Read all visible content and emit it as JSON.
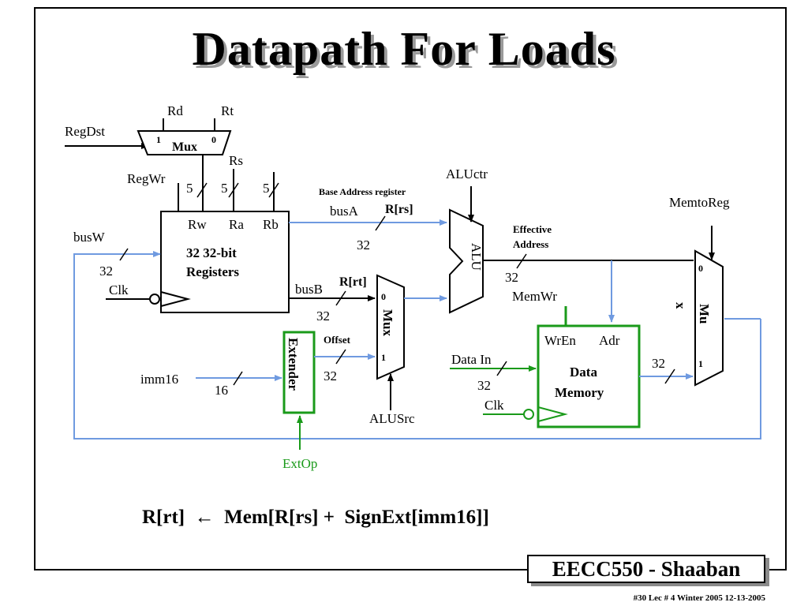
{
  "slide": {
    "title": "Datapath For Loads",
    "badge": "EECC550 - Shaaban",
    "footer": "#30   Lec # 4   Winter 2005   12-13-2005"
  },
  "labels": {
    "rd": "Rd",
    "rt": "Rt",
    "regdst": "RegDst",
    "mux": "Mux",
    "mux_in1": "1",
    "mux_in0": "0",
    "rs": "Rs",
    "regwr": "RegWr",
    "w5a": "5",
    "w5b": "5",
    "w5c": "5",
    "rw": "Rw",
    "ra": "Ra",
    "rb": "Rb",
    "reg_line1": "32 32-bit",
    "reg_line2": "Registers",
    "busw": "busW",
    "busw_width": "32",
    "clk": "Clk",
    "base_addr": "Base Address register",
    "busa": "busA",
    "rrs": "R[rs]",
    "busa_width": "32",
    "busb": "busB",
    "rrt": "R[rt]",
    "busb_width": "32",
    "aluctr": "ALUctr",
    "alu": "ALU",
    "effective": "Effective",
    "address": "Address",
    "alu_width": "32",
    "memtoreg": "MemtoReg",
    "memwr": "MemWr",
    "mux2_0": "0",
    "mux2_1": "1",
    "mux2_label": "Mux",
    "extender": "Extender",
    "offset": "Offset",
    "ext_width": "32",
    "imm16": "imm16",
    "imm_width": "16",
    "extop": "ExtOp",
    "alusrc": "ALUSrc",
    "wren": "WrEn",
    "adr": "Adr",
    "data_line1": "Data",
    "data_line2": "Memory",
    "datain": "Data In",
    "datain_width": "32",
    "clk2": "Clk",
    "mem_width": "32",
    "mux3_0": "0",
    "mux3_1": "1",
    "mux3_label_a": "Mu",
    "mux3_label_b": "x"
  },
  "equation": "R[rt]  ←  Mem[R[rs] +  SignExt[imm16]]",
  "colors": {
    "bus_blue": "#6f9ae0",
    "green": "#1a9a1a",
    "black": "#000000",
    "shadow": "#9a9a9a"
  }
}
